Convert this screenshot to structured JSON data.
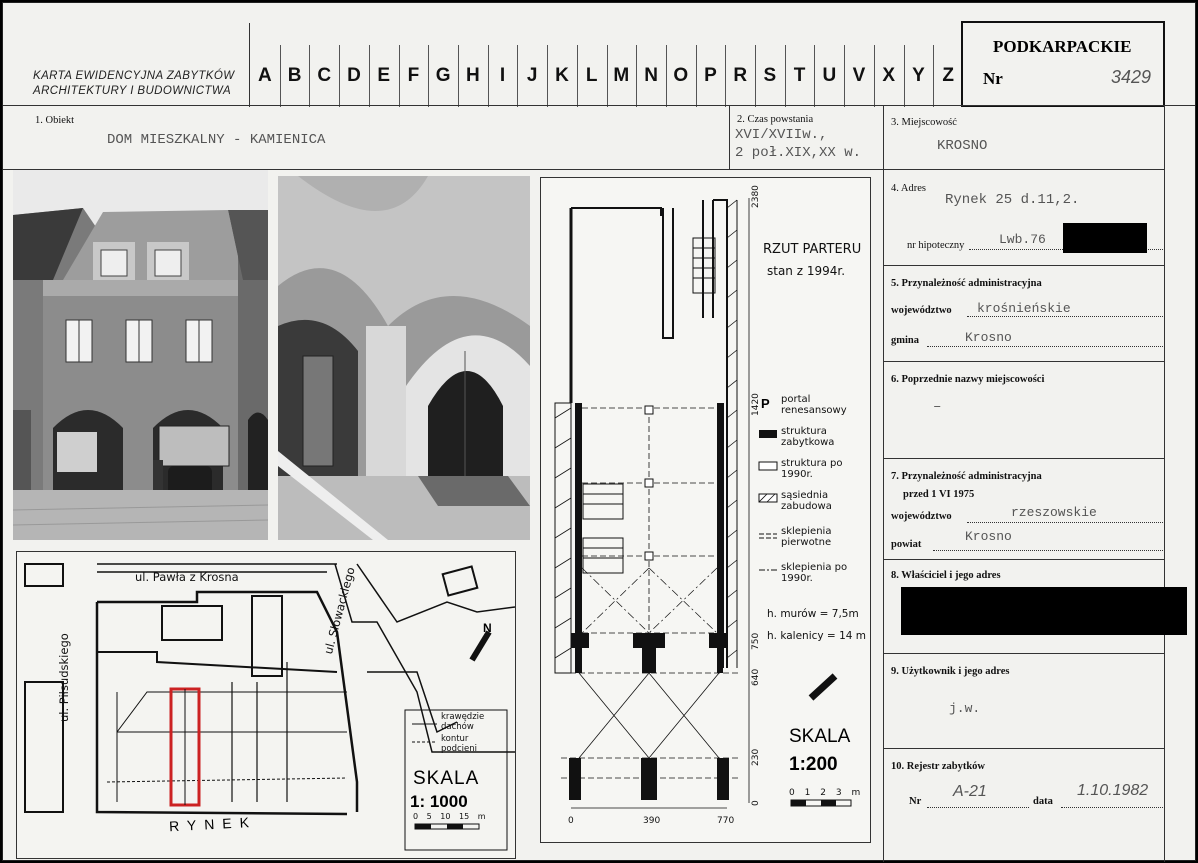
{
  "header": {
    "title_line1": "KARTA EWIDENCYJNA ZABYTKÓW",
    "title_line2": "ARCHITEKTURY I BUDOWNICTWA",
    "letters": [
      "A",
      "B",
      "C",
      "D",
      "E",
      "F",
      "G",
      "H",
      "I",
      "J",
      "K",
      "L",
      "M",
      "N",
      "O",
      "P",
      "R",
      "S",
      "T",
      "U",
      "V",
      "X",
      "Y",
      "Z"
    ],
    "region": "PODKARPACKIE",
    "nr_label": "Nr",
    "nr_value": "3429"
  },
  "fields": {
    "f1_label": "1. Obiekt",
    "f1_value": "DOM MIESZKALNY - KAMIENICA",
    "f2_label": "2. Czas powstania",
    "f2_value1": "XVI/XVIIw.,",
    "f2_value2": "2 poł.XIX,XX w.",
    "f3_label": "3. Miejscowość",
    "f3_value": "KROSNO",
    "f4_label": "4. Adres",
    "f4_value": "Rynek 25 d.11,2.",
    "f4_hip_label": "nr hipoteczny",
    "f4_hip_value": "Lwb.76",
    "f5_label": "5. Przynależność administracyjna",
    "f5_woj_label": "województwo",
    "f5_woj_value": "krośnieńskie",
    "f5_gmina_label": "gmina",
    "f5_gmina_value": "Krosno",
    "f6_label": "6. Poprzednie nazwy miejscowości",
    "f6_value": "–",
    "f7_label": "7. Przynależność administracyjna",
    "f7_sub": "przed 1 VI 1975",
    "f7_woj_label": "województwo",
    "f7_woj_value": "rzeszowskie",
    "f7_pow_label": "powiat",
    "f7_pow_value": "Krosno",
    "f8_label": "8. Właściciel i jego adres",
    "f9_label": "9. Użytkownik i jego adres",
    "f9_value": "j.w.",
    "f10_label": "10. Rejestr zabytków",
    "f10_nr_label": "Nr",
    "f10_nr_value": "A-21",
    "f10_data_label": "data",
    "f10_data_value": "1.10.1982"
  },
  "map": {
    "street_top": "ul. Pawła z Krosna",
    "street_left": "ul. Piłsudskiego",
    "street_right": "ul. Słowackiego",
    "market": "RYNEK",
    "legend1": "krawędzie dachów",
    "legend2": "kontur podcieni",
    "scale_word": "SKALA",
    "scale_value": "1: 1000",
    "scale_ticks": [
      "0",
      "5",
      "10",
      "15",
      "m"
    ]
  },
  "plan": {
    "title1": "RZUT PARTERU",
    "title2": "stan z 1994r.",
    "legend": [
      "portal renesansowy",
      "struktura zabytkowa",
      "struktura po 1990r.",
      "sąsiednia zabudowa",
      "sklepienia pierwotne",
      "sklepienia po 1990r."
    ],
    "h_walls": "h. murów = 7,5m",
    "h_ridge": "h. kalenicy = 14 m",
    "scale_word": "SKALA",
    "scale_value": "1:200",
    "scale_ticks": [
      "0",
      "1",
      "2",
      "3",
      "m"
    ],
    "dim_v": [
      "2380",
      "1420",
      "750",
      "640",
      "230",
      "0"
    ],
    "dim_h": [
      "0",
      "390",
      "770"
    ],
    "portal_letter": "P"
  },
  "colors": {
    "paper": "#f2f2ef",
    "ink": "#111111",
    "highlight": "#cc2222"
  }
}
